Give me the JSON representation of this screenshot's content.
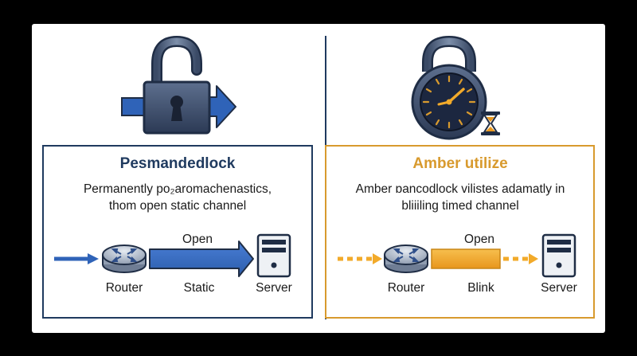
{
  "left": {
    "title": "Pesmandedlock",
    "desc_line1": "Permanently po₂aromachenastics,",
    "desc_line2": "thom open static channel",
    "open_label": "Open",
    "router_label": "Router",
    "channel_label": "Static",
    "server_label": "Server",
    "accent": "#1f3a5f",
    "channel_color": "#3a6fc4"
  },
  "right": {
    "title": "Amber utilize",
    "desc_line1": "Amber ɒancodlock vilistes adamatly in",
    "desc_line2": "bliiiling timed channel",
    "open_label": "Open",
    "router_label": "Router",
    "channel_label": "Blink",
    "server_label": "Server",
    "accent": "#d89a2e",
    "channel_color": "#f2aa2a"
  },
  "icons": [
    "open-padlock-icon",
    "arrow-right-icon",
    "clock-padlock-icon",
    "hourglass-icon",
    "router-icon",
    "server-icon"
  ]
}
